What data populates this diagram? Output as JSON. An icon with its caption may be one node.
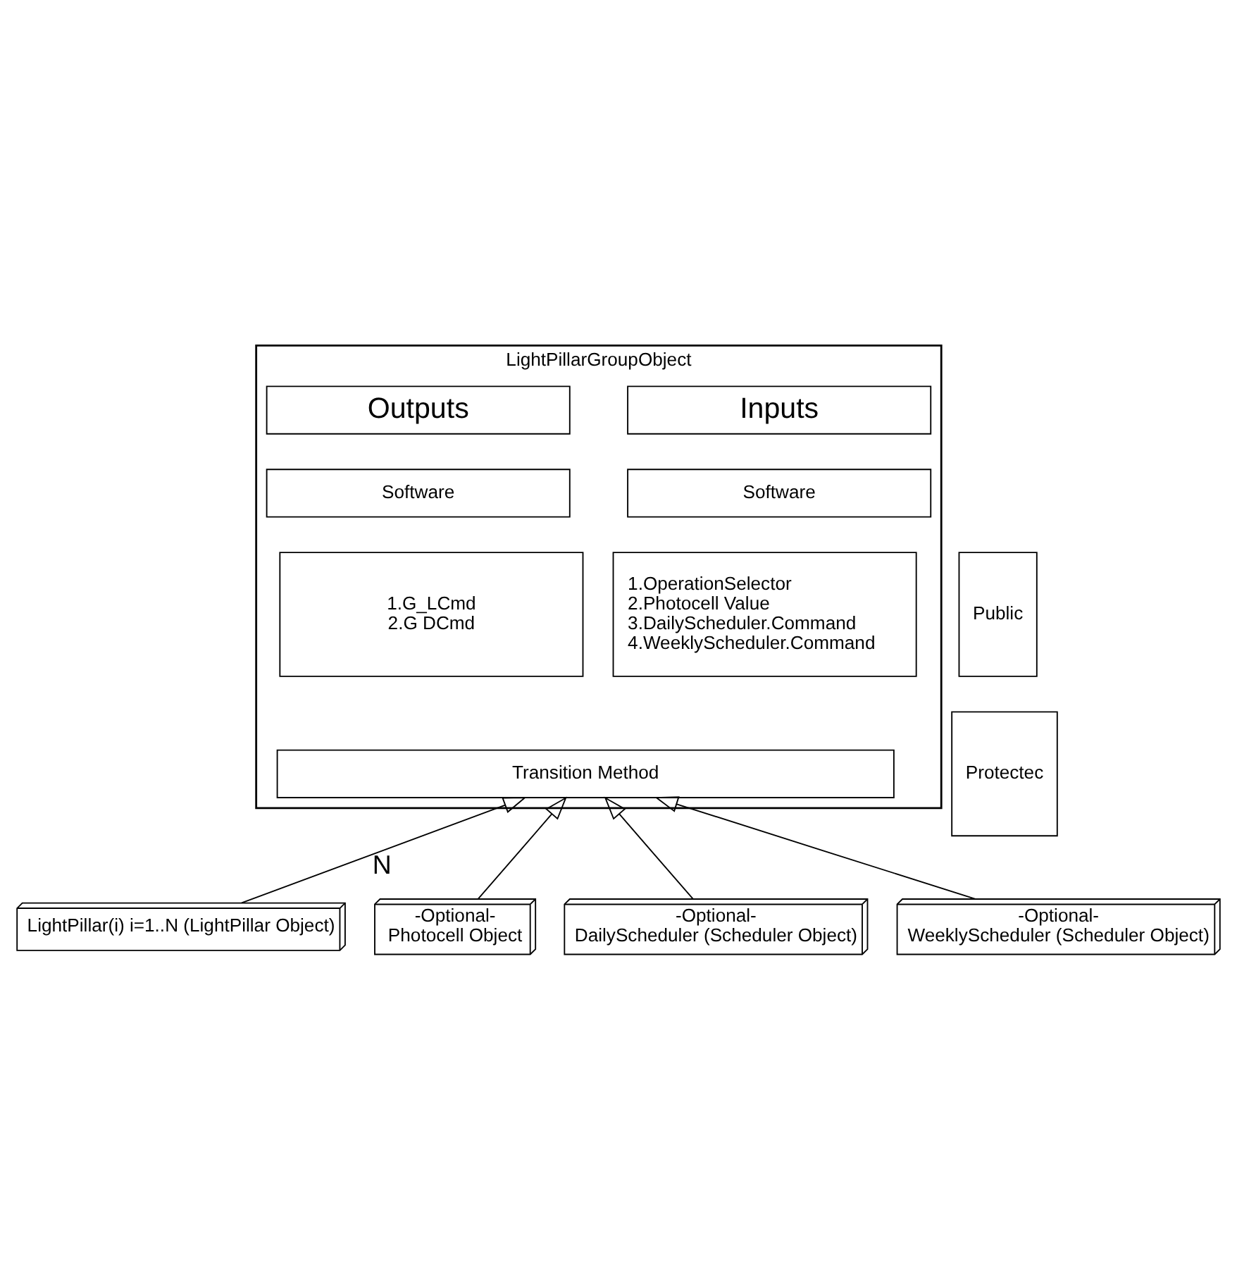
{
  "diagram": {
    "nodes": [
      {
        "text": [
          "LightPillarGroupObject"
        ]
      },
      {
        "text": [
          "Inputs"
        ],
        "in": 0
      },
      {
        "text": [
          "Outputs"
        ],
        "in": 0
      },
      {
        "text": [
          "Software"
        ],
        "in": 0
      },
      {
        "text": [
          "Software"
        ],
        "in": 0
      },
      {
        "text": [
          "Public"
        ]
      },
      {
        "text": [
          "Protectec"
        ]
      },
      {
        "text": [
          "1.OperationSelector",
          "2.Photocell Value",
          "3.DailyScheduler.Command",
          "4.WeeklyScheduler.Command"
        ],
        "in": 0
      },
      {
        "text": [
          "1.G_LCmd",
          "2.G DCmd"
        ],
        "in": 0
      },
      {
        "text": [
          "Transition Method"
        ],
        "in": 0
      },
      {
        "text": [
          "LightPillar(i) i=1..N (LightPillar Object)"
        ]
      },
      {
        "text": [
          "-Optional-",
          "Photocell Object"
        ]
      },
      {
        "text": [
          "-Optional-",
          "DailyScheduler (Scheduler Object)"
        ]
      },
      {
        "text": [
          "-Optional-",
          "WeeklyScheduler (Scheduler Object)"
        ]
      }
    ],
    "edges": [
      {
        "from": 10,
        "to": 9,
        "arrow": "to",
        "label": "N"
      },
      {
        "from": 11,
        "to": 9,
        "arrow": "to"
      },
      {
        "from": 12,
        "to": 9,
        "arrow": "to"
      },
      {
        "from": 13,
        "to": 9,
        "arrow": "to"
      }
    ]
  }
}
